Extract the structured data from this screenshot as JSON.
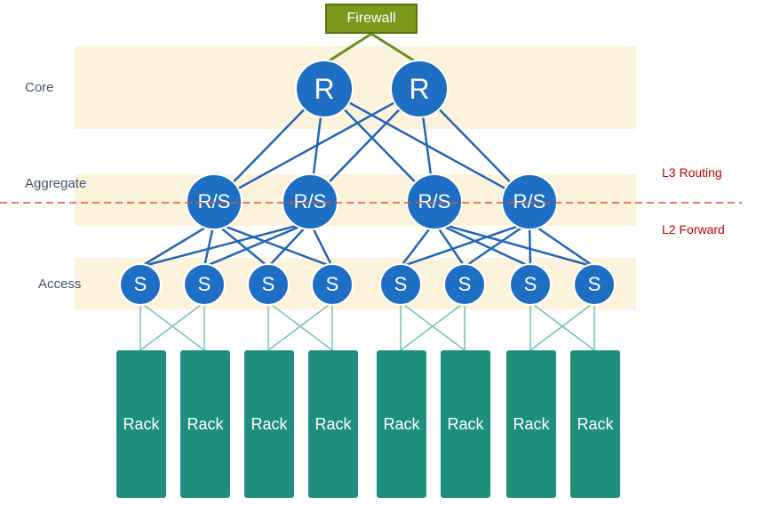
{
  "tiers": {
    "core_label": "Core",
    "aggregate_label": "Aggregate",
    "access_label": "Access"
  },
  "boundary": {
    "l3_label": "L3 Routing",
    "l2_label": "L2 Forward"
  },
  "firewall": {
    "label": "Firewall"
  },
  "routers": [
    {
      "label": "R"
    },
    {
      "label": "R"
    }
  ],
  "aggregate_nodes": [
    {
      "label": "R/S"
    },
    {
      "label": "R/S"
    },
    {
      "label": "R/S"
    },
    {
      "label": "R/S"
    }
  ],
  "access_switches": [
    {
      "label": "S"
    },
    {
      "label": "S"
    },
    {
      "label": "S"
    },
    {
      "label": "S"
    },
    {
      "label": "S"
    },
    {
      "label": "S"
    },
    {
      "label": "S"
    },
    {
      "label": "S"
    }
  ],
  "racks": [
    {
      "label": "Rack"
    },
    {
      "label": "Rack"
    },
    {
      "label": "Rack"
    },
    {
      "label": "Rack"
    },
    {
      "label": "Rack"
    },
    {
      "label": "Rack"
    },
    {
      "label": "Rack"
    },
    {
      "label": "Rack"
    }
  ],
  "colors": {
    "firewall": "#7a9a1c",
    "firewall_link": "#6b8e23",
    "node": "#1e6fc4",
    "node_link": "#2266b8",
    "rack": "#1f8f7d",
    "rack_link": "#6fc2b6",
    "band": "#fdf2dc",
    "boundary_line": "#e0542a"
  }
}
